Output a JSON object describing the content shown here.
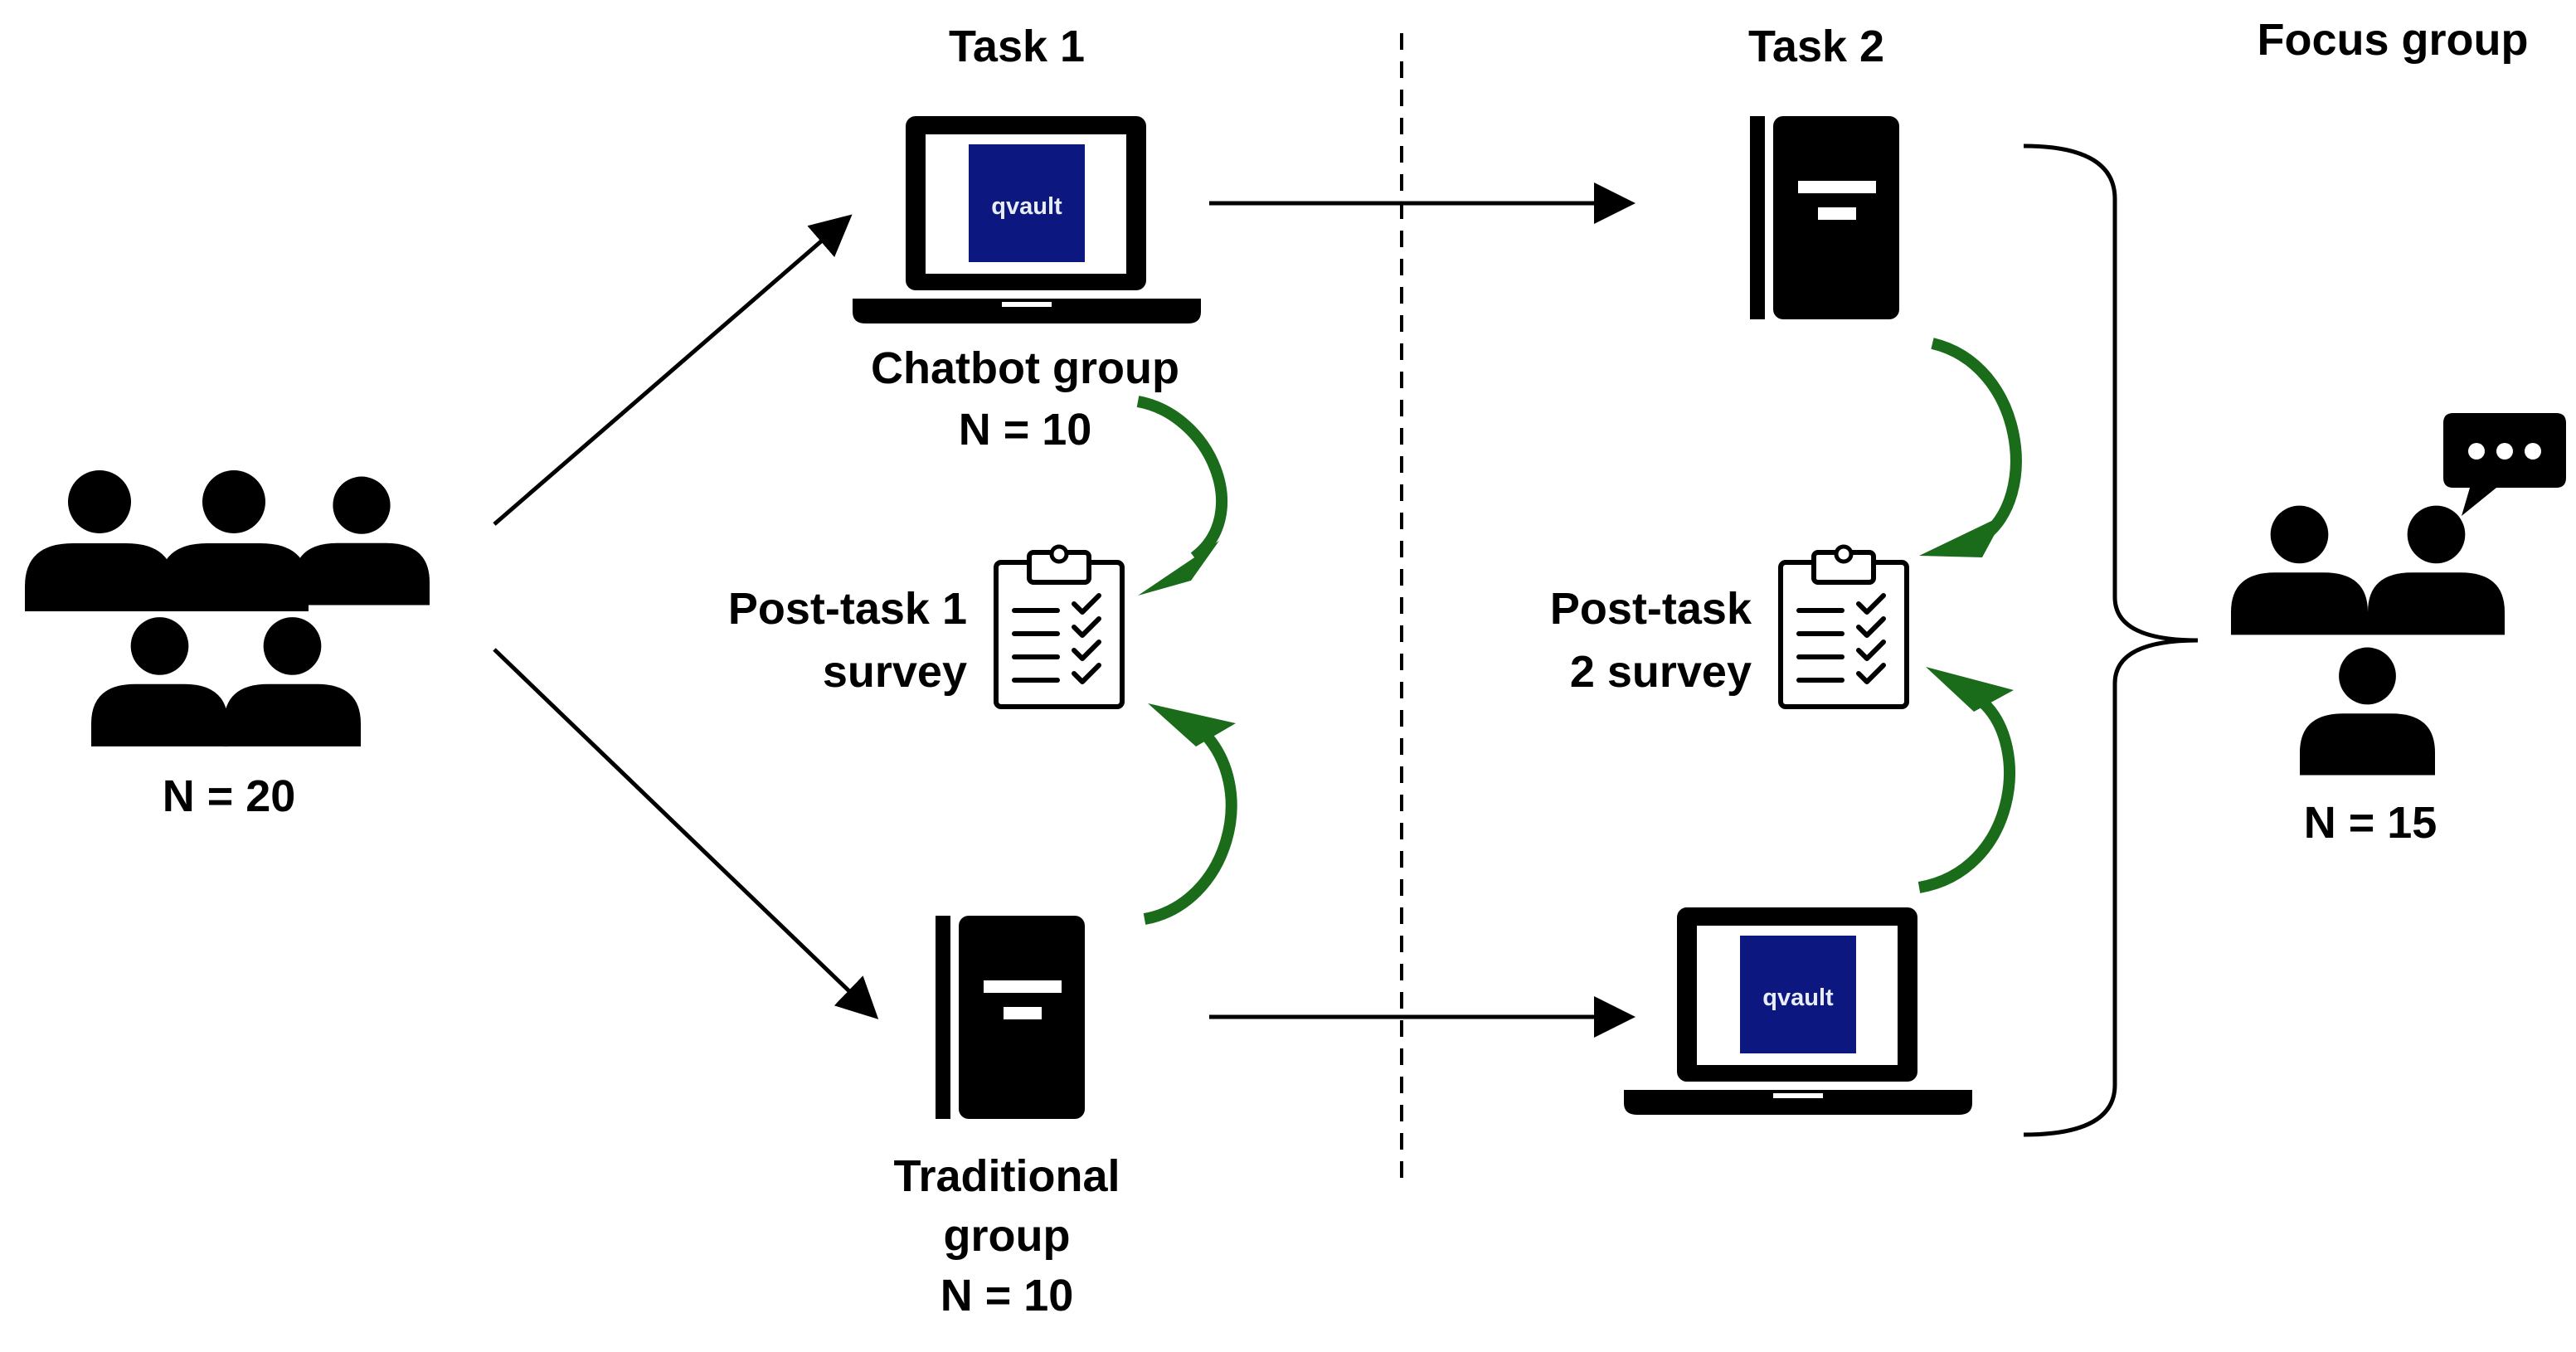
{
  "headers": {
    "task1": "Task 1",
    "task2": "Task 2",
    "focus_group": "Focus group"
  },
  "participants": {
    "total": "N = 20",
    "focus_group_n": "N = 15"
  },
  "groups": {
    "chatbot": {
      "line1": "Chatbot group",
      "line2": "N = 10"
    },
    "traditional": {
      "line1": "Traditional",
      "line2": "group",
      "line3": "N = 10"
    }
  },
  "surveys": {
    "post_task1": {
      "line1": "Post-task 1",
      "line2": "survey"
    },
    "post_task2": {
      "line1": "Post-task",
      "line2": "2 survey"
    }
  },
  "logo": {
    "text": "qvault"
  },
  "colors": {
    "ink": "#000000",
    "logo_bg": "#0d1780",
    "logo_text": "#e8edf8",
    "logo_accent": "#3ec6d8",
    "curve_arrow": "#1a6b1a"
  },
  "icons": {
    "people": "people-group-icon",
    "laptop": "laptop-icon",
    "book": "book-icon",
    "clipboard": "clipboard-checklist-icon",
    "chat": "chat-bubble-icon"
  }
}
